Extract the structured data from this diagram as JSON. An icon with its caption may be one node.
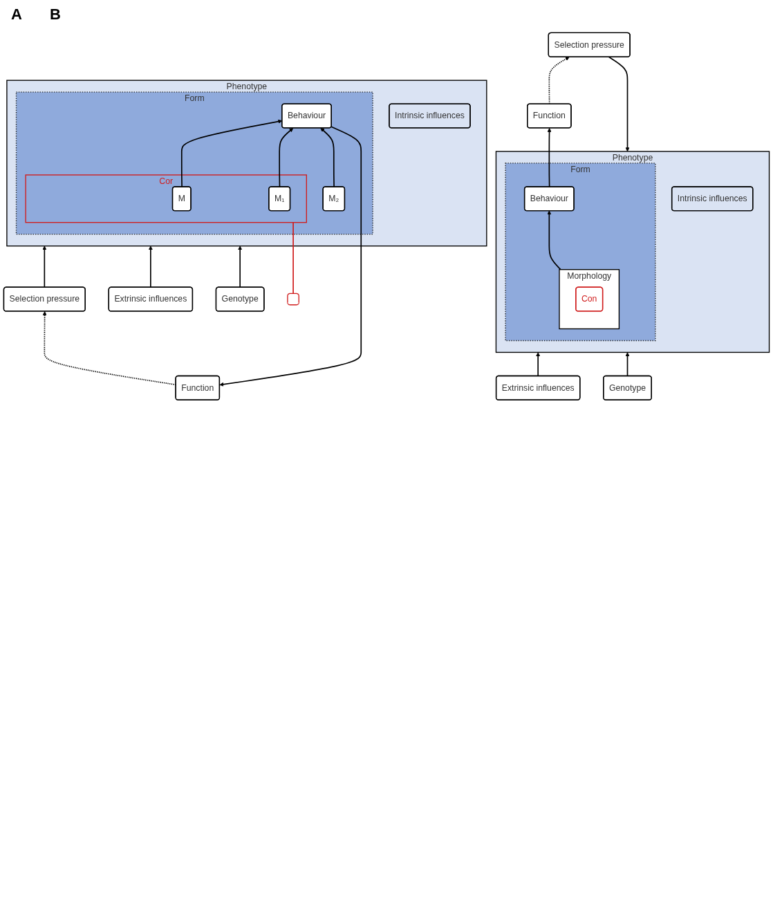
{
  "diagram": {
    "nodes": [
      {
        "text": [
          "Function"
        ]
      },
      {
        "text": [
          "Phenotype"
        ]
      },
      {
        "text": [
          "Intrinsic influences"
        ],
        "in": 1
      },
      {
        "text": [
          "Form"
        ],
        "in": 1
      },
      {
        "text": [
          "Behaviour"
        ],
        "in": 3
      },
      {
        "text": [
          "Morphology"
        ],
        "in": 3
      },
      {
        "text": [
          "Con"
        ],
        "in": 5
      },
      {
        "text": [
          "Selection pressure"
        ]
      },
      {
        "text": [
          "Extrinsic influences"
        ]
      },
      {
        "text": [
          "Genotype"
        ]
      },
      {
        "text": [
          "Function"
        ]
      },
      {
        "text": [
          "Phenotype"
        ]
      },
      {
        "text": [
          "Intrinsic influences"
        ],
        "in": 11
      },
      {
        "text": [
          "Form"
        ],
        "in": 11
      },
      {
        "text": [
          "Behaviour"
        ],
        "in": 13
      },
      {
        "text": [
          "Cor"
        ],
        "in": 13
      },
      {
        "text": [
          "M"
        ],
        "in": 15
      },
      {
        "text": [
          "M₁"
        ],
        "in": 15
      },
      {
        "text": [
          "M₂"
        ],
        "in": 13
      },
      {
        "text": [
          "Selection pressure"
        ]
      },
      {
        "text": [
          "Extrinsic influences"
        ]
      },
      {
        "text": [
          "Genotype"
        ]
      },
      {
        "text": [],
        "shape": "box"
      }
    ],
    "edges": [
      {
        "from": 5,
        "to": 4,
        "arrow": "to"
      },
      {
        "from": 4,
        "to": 0,
        "arrow": "to"
      },
      {
        "from": 0,
        "to": 7,
        "arrow": "to",
        "style": "dashed"
      },
      {
        "from": 7,
        "to": 1,
        "arrow": "to"
      },
      {
        "from": 8,
        "to": 1,
        "arrow": "to"
      },
      {
        "from": 9,
        "to": 1,
        "arrow": "to"
      },
      {
        "from": 16,
        "to": 14,
        "arrow": "to"
      },
      {
        "from": 17,
        "to": 14,
        "arrow": "to"
      },
      {
        "from": 18,
        "to": 14,
        "arrow": "to"
      },
      {
        "from": 14,
        "to": 10,
        "arrow": "to"
      },
      {
        "from": 10,
        "to": 19,
        "arrow": "to",
        "style": "dashed"
      },
      {
        "from": 19,
        "to": 11,
        "arrow": "to"
      },
      {
        "from": 20,
        "to": 11,
        "arrow": "to"
      },
      {
        "from": 21,
        "to": 11,
        "arrow": "to"
      },
      {
        "from": 22,
        "to": 15,
        "arrow": "none",
        "color": "#d01c1c"
      }
    ],
    "labels": [
      "A",
      "B"
    ]
  }
}
